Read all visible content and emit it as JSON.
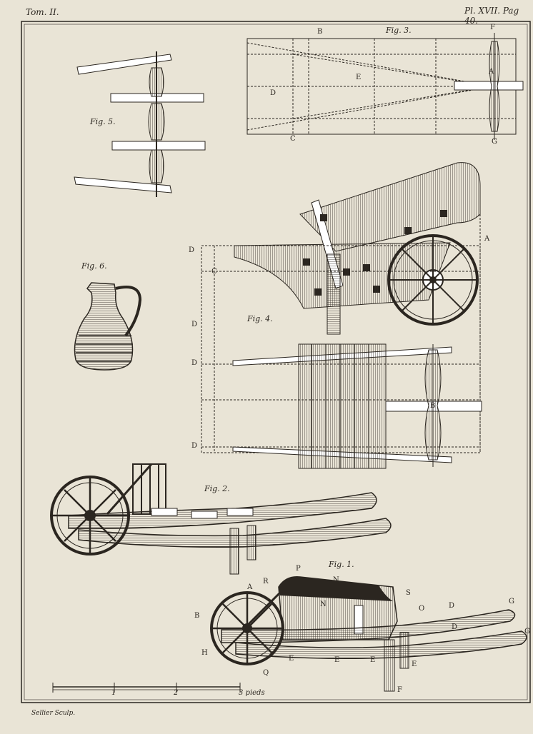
{
  "header": {
    "left": "Tom. II.",
    "right": "Pl. XVII. Pag 40."
  },
  "footer": {
    "engraver": "Sellier Sculp."
  },
  "figures": {
    "fig1": "Fig. 1.",
    "fig2": "Fig. 2.",
    "fig3": "Fig. 3.",
    "fig4": "Fig. 4.",
    "fig5": "Fig. 5.",
    "fig6": "Fig. 6."
  },
  "scale": {
    "ticks": [
      "1",
      "2"
    ],
    "end_label": "3 pieds"
  },
  "letters": {
    "fig3": {
      "B": "B",
      "F": "F",
      "E": "E",
      "A": "A",
      "D": "D",
      "C": "C",
      "G": "G"
    },
    "fig4": {
      "A": "A",
      "D1": "D",
      "C": "C",
      "D2": "D",
      "D3": "D",
      "D4": "D",
      "B": "B"
    },
    "fig1": {
      "P": "P",
      "N1": "N",
      "A": "A",
      "R": "R",
      "S": "S",
      "O": "O",
      "D1": "D",
      "G1": "G",
      "D2": "D",
      "G2": "G",
      "B": "B",
      "N2": "N",
      "H": "H",
      "Q": "Q",
      "E1": "E",
      "E2": "E",
      "E3": "E",
      "E4": "E",
      "F": "F"
    }
  },
  "colors": {
    "paper": "#e9e4d6",
    "ink": "#2b2620"
  }
}
